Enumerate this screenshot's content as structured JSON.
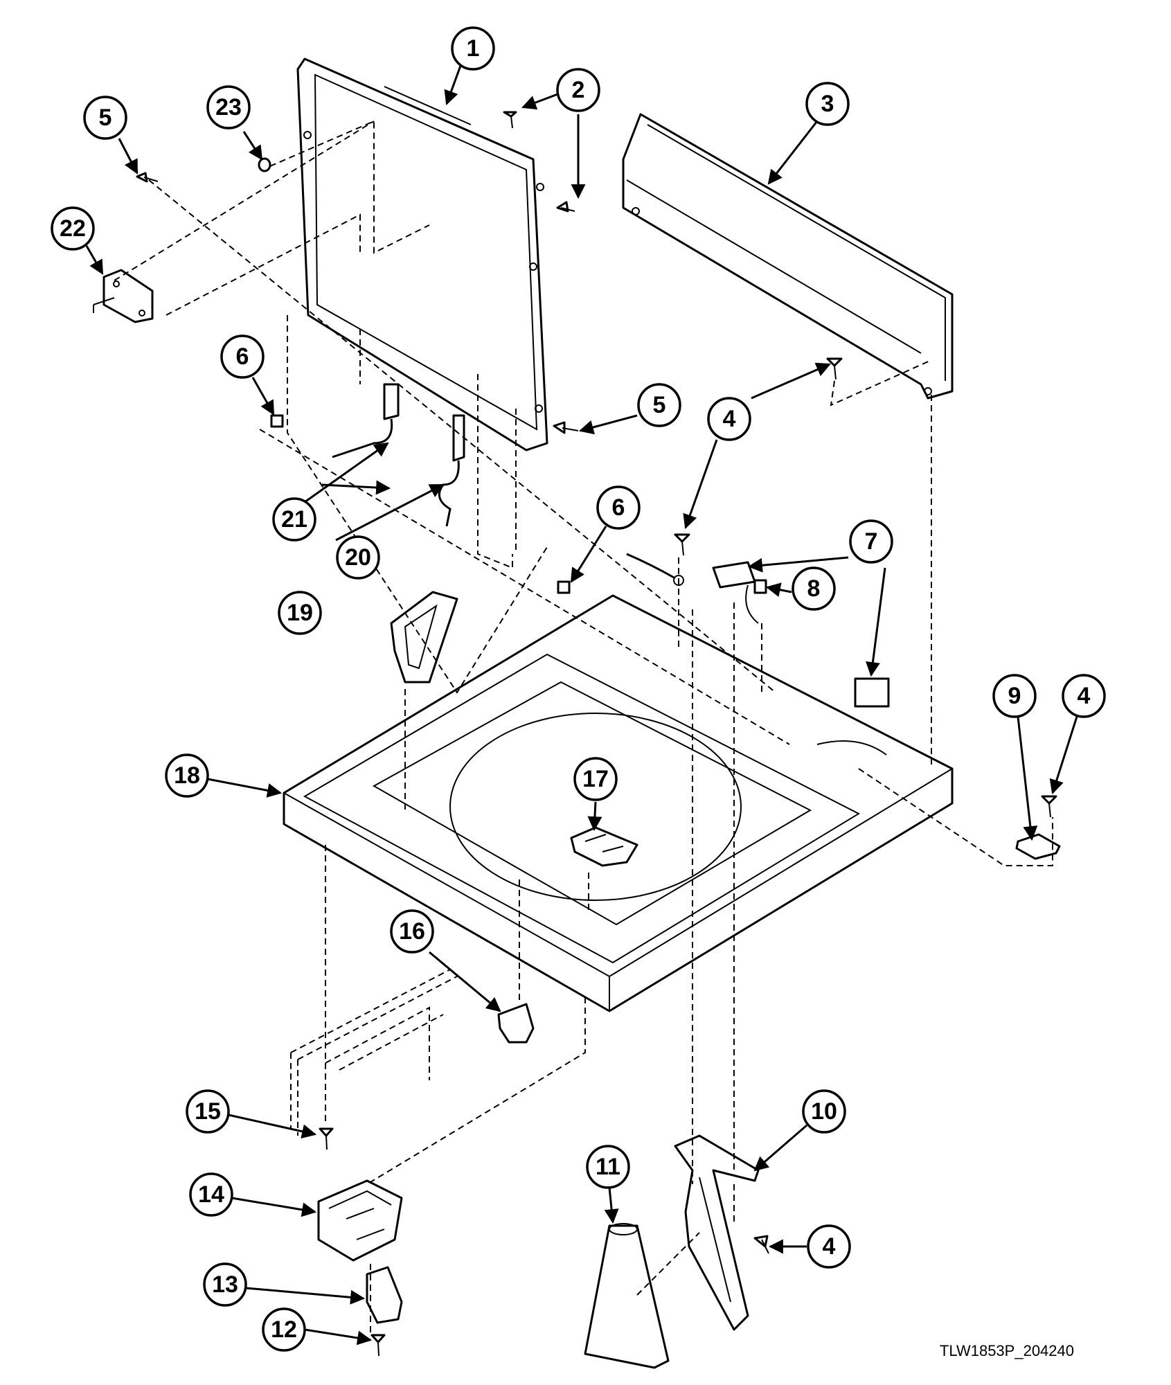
{
  "drawing_code": "TLW1853P_204240",
  "callouts": [
    "1",
    "2",
    "3",
    "4",
    "5",
    "6",
    "7",
    "8",
    "9",
    "10",
    "11",
    "12",
    "13",
    "14",
    "15",
    "16",
    "17",
    "18",
    "19",
    "20",
    "21",
    "22",
    "23"
  ],
  "colors": {
    "line": "#000000",
    "background": "#ffffff"
  }
}
